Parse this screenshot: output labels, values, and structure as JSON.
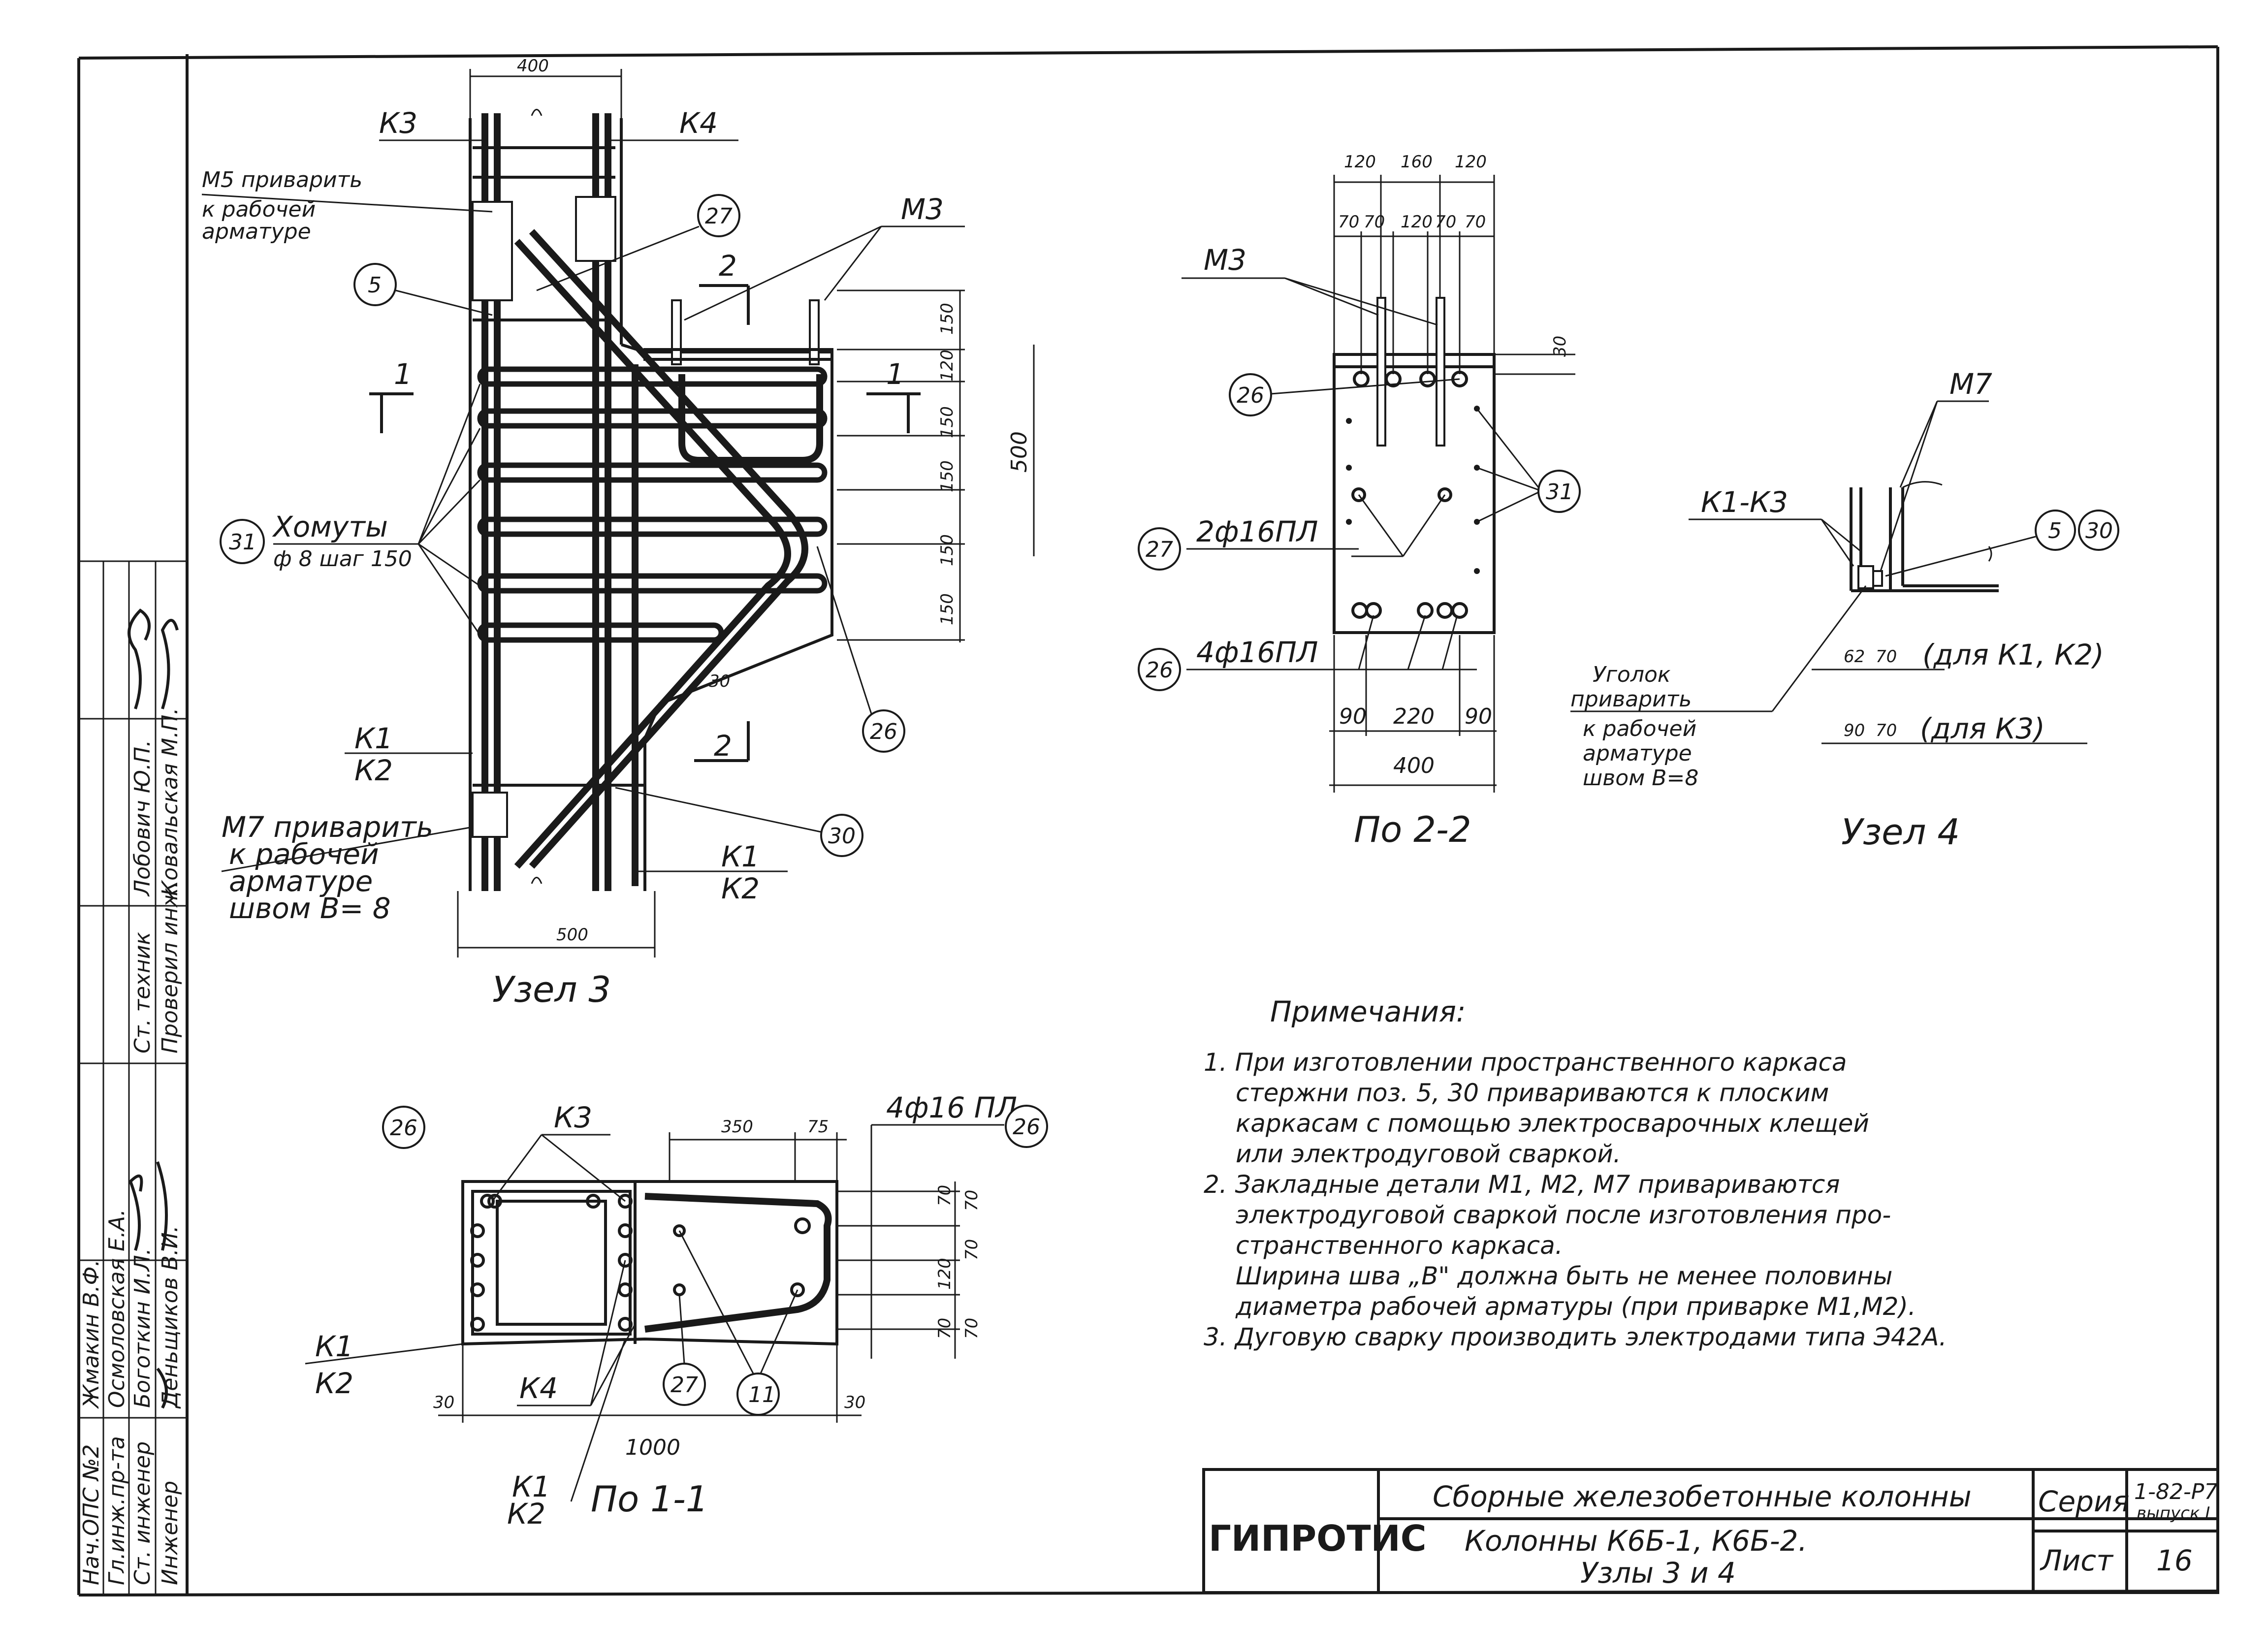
{
  "frame": {
    "signatures": [
      {
        "role": "Нач.ОПС №2",
        "name": "Жмакин В.Ф."
      },
      {
        "role": "Гл.инж.пр-та",
        "name": "Осмоловская Е.А."
      },
      {
        "role": "Ст. инженер",
        "name": "Боготкин И.Л."
      },
      {
        "role": "Инженер",
        "name": "Деньщиков В.И."
      },
      {
        "role": "Ст. техник",
        "name": "Лобович Ю.П."
      },
      {
        "role": "Проверил инж.",
        "name": "Ковальская М.П."
      }
    ]
  },
  "uzel3": {
    "title": "Узел 3",
    "dim_top": "400",
    "dim_bottom": "500",
    "dims_right": [
      "150",
      "120",
      "150",
      "150",
      "150",
      "150"
    ],
    "dim_total": "500",
    "dim_30": "30",
    "k3": "К3",
    "k4": "К4",
    "k1": "К1",
    "k2": "К2",
    "k1b": "К1",
    "k2b": "К2",
    "m3": "М3",
    "m5_line1": "М5 приварить",
    "m5_line2": "к рабочей",
    "m5_line3": "арматуре",
    "m7_line1": "М7 приварить",
    "m7_line2": "к рабочей",
    "m7_line3": "арматуре",
    "m7_line4": "швом В= 8",
    "stirrups_line1": "Хомуты",
    "stirrups_line2": "ф 8 шаг 150",
    "sec1": "1",
    "sec2": "2",
    "pos5": "5",
    "pos27": "27",
    "pos31": "31",
    "pos26": "26",
    "pos30": "30"
  },
  "sec22": {
    "title": "По 2-2",
    "dims_top1": [
      "120",
      "160",
      "120"
    ],
    "dims_top2": [
      "70",
      "70",
      "120",
      "70",
      "70"
    ],
    "dim_30": "30",
    "dims_bottom": [
      "90",
      "220",
      "90"
    ],
    "dim_total": "400",
    "m3": "М3",
    "pos26": "26",
    "pos27": "27",
    "pos31": "31",
    "pos26b": "26",
    "bar27": "2ф16ПЛ",
    "bar26": "4ф16ПЛ"
  },
  "uzel4": {
    "title": "Узел 4",
    "m7": "М7",
    "k": "К1-К3",
    "pos5": "5",
    "pos30": "30",
    "dims_a": [
      "62",
      "70"
    ],
    "note_a": "(для К1, К2)",
    "dims_b": [
      "90",
      "70"
    ],
    "note_b": "(для К3)",
    "angle1": "Уголок",
    "angle2": "приварить",
    "angle3": "к рабочей",
    "angle4": "арматуре",
    "angle5": "швом В=8"
  },
  "sec11": {
    "title": "По 1-1",
    "k3": "К3",
    "k4": "К4",
    "k1": "К1",
    "k2": "К2",
    "k1b": "К1",
    "k2b": "К2",
    "bar": "4ф16 ПЛ",
    "pos26a": "26",
    "pos26b": "26",
    "pos27": "27",
    "pos11": "11",
    "dims_top": [
      "350",
      "75"
    ],
    "dims_right": [
      "70",
      "70",
      "70",
      "120",
      "70",
      "70"
    ],
    "dim_30l": "30",
    "dim_30r": "30",
    "dim_total": "1000"
  },
  "notes": {
    "heading": "Примечания:",
    "items": [
      "1. При изготовлении пространственного каркаса",
      "стержни поз. 5, 30 привариваются к плоским",
      "каркасам с помощью электросварочных клещей",
      "или электродуговой сваркой.",
      "2. Закладные детали М1, М2, М7 привариваются",
      "электродуговой сваркой после изготовления про-",
      "странственного каркаса.",
      "Ширина шва „В\" должна быть не менее половины",
      "диаметра рабочей арматуры (при приварке М1,М2).",
      "3. Дуговую сварку производить электродами типа Э42А."
    ]
  },
  "stamp": {
    "org": "ГИПРОТИС",
    "title1": "Сборные железобетонные колонны",
    "title2": "Колонны К6Б-1, К6Б-2.",
    "title3": "Узлы 3 и 4",
    "series_label": "Серия",
    "series_value": "1-82-Р7",
    "series_sub": "выпуск I",
    "sheet_label": "Лист",
    "sheet_value": "16"
  }
}
